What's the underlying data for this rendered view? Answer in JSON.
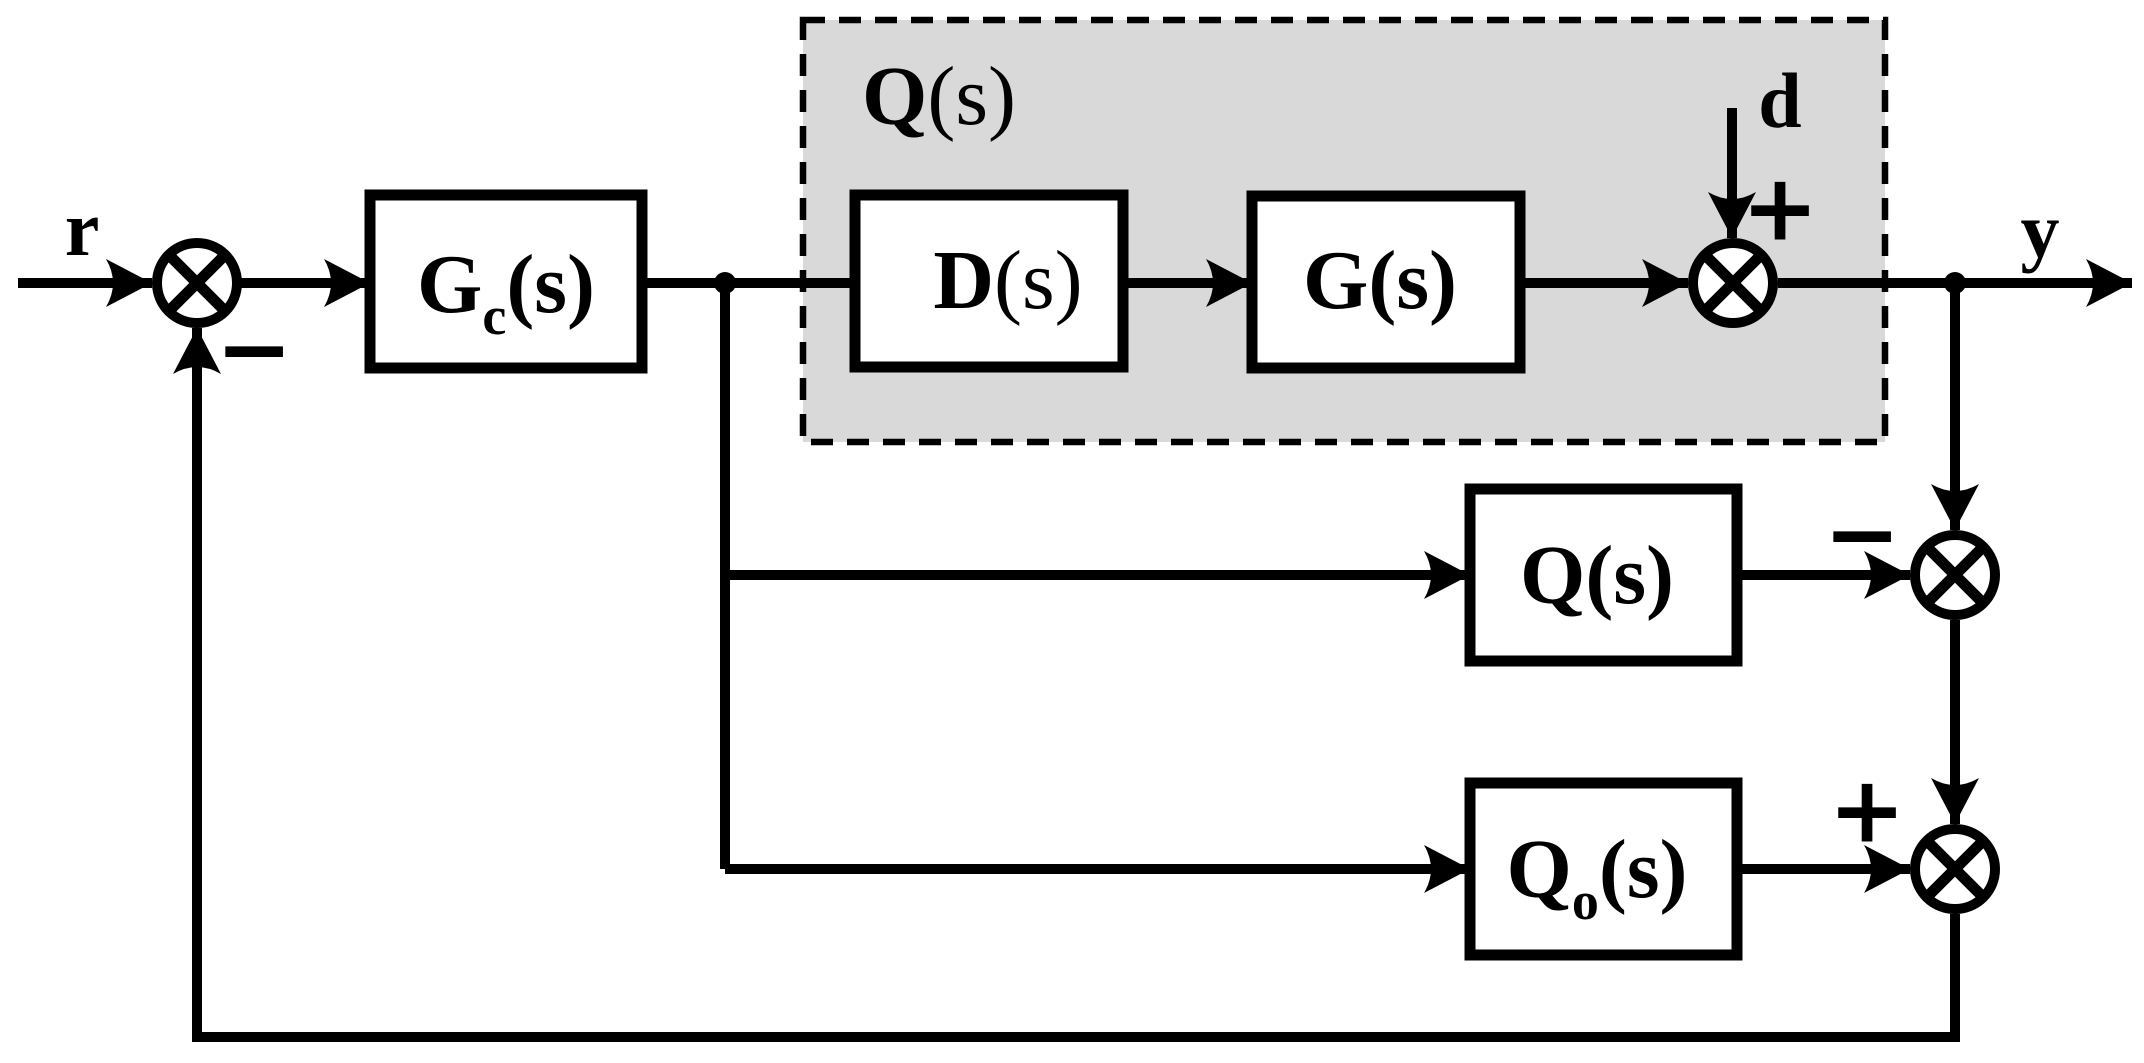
{
  "diagram": {
    "region_label": {
      "main": "Q",
      "suffix": "(s)"
    },
    "blocks": {
      "controller": {
        "main": "G",
        "sub": "c",
        "suffix": "(s)"
      },
      "d_block": {
        "main": "D",
        "suffix": "(s)"
      },
      "plant": {
        "main": "G",
        "suffix": "(s)"
      },
      "q_block": {
        "main": "Q",
        "suffix": "(s)"
      },
      "qo_block": {
        "main": "Q",
        "sub": "o",
        "suffix": "(s)"
      }
    },
    "signals": {
      "input": "r",
      "disturbance": "d",
      "output": "y"
    },
    "signs": {
      "feedback_minus": "−",
      "disturbance_plus": "+",
      "q_minus": "−",
      "qo_plus": "+"
    },
    "colors": {
      "line": "#000000",
      "region_fill": "#d9d9d9",
      "canvas": "#ffffff"
    }
  }
}
